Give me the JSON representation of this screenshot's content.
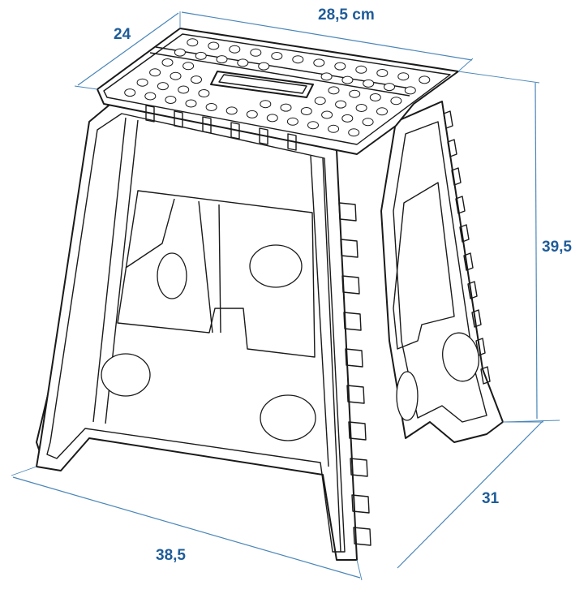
{
  "dimensions": {
    "seat_width": "28,5 cm",
    "seat_depth": "24",
    "height": "39,5",
    "base_width": "38,5",
    "base_depth": "31"
  },
  "colors": {
    "dimension": "#1f5c99",
    "dimension_line": "#4a86b8",
    "outline": "#1a1a1a",
    "background": "#ffffff"
  }
}
